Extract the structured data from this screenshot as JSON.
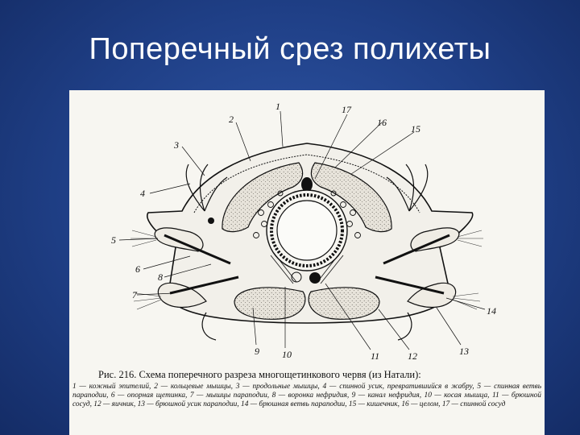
{
  "slide": {
    "title": "Поперечный срез полихеты"
  },
  "figure": {
    "labels": [
      "1",
      "2",
      "3",
      "4",
      "5",
      "6",
      "7",
      "8",
      "9",
      "10",
      "11",
      "12",
      "13",
      "14",
      "15",
      "16",
      "17"
    ],
    "caption_title": "Рис. 216. Схема поперечного разреза многощетинкового червя (из Натали):",
    "caption_legend": "1 — кожный эпителий, 2 — кольцевые мышцы, 3 — продольные мышцы, 4 — спинной усик, превратившийся в жабру, 5 — спинная ветвь параподии, 6 — опорная щетинка, 7 — мышцы параподии, 8 — воронка нефридия, 9 — канал нефридия, 10 — косая мышца, 11 — брюшной сосуд, 12 — яичник, 13 — брюшной усик параподии, 14 — брюшная ветвь параподии, 15 — кишечник, 16 — целом, 17 — спинной сосуд"
  }
}
